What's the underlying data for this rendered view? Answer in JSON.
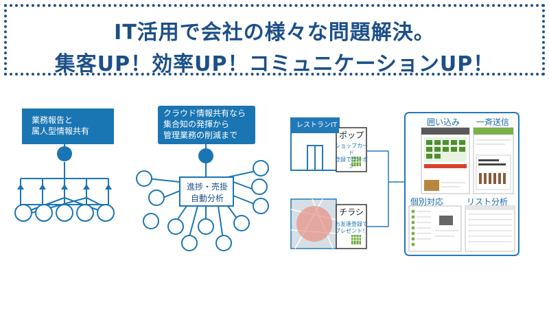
{
  "banner": {
    "line1": "IT活用で会社の様々な問題解決。",
    "line2": "集客UP！効率UP！コミュニケーションUP！"
  },
  "left_panel": {
    "label_lines": [
      "業務報告と",
      "属人型情報共有"
    ]
  },
  "middle_panel": {
    "label_lines": [
      "クラウド情報共有なら",
      "集合知の発揮から",
      "管理業務の削減まで"
    ],
    "hub_lines": [
      "進捗・売掛",
      "自動分析"
    ]
  },
  "right_panel": {
    "restaurant_label": "レストランIT",
    "pop": {
      "title": "ポップ",
      "text_lines": [
        "ショップカード",
        "登録でクーポン"
      ]
    },
    "flyer": {
      "title": "チラシ",
      "text_lines": [
        "お友達登録で",
        "プレゼント！"
      ]
    },
    "sections": {
      "enclosure": "囲い込み",
      "broadcast": "一斉送信",
      "individual": "個別対応",
      "list_analysis": "リスト分析"
    }
  },
  "colors": {
    "primary": "#1a75b3",
    "banner_text": "#1c4f88",
    "node_fill": "#ffffff"
  }
}
